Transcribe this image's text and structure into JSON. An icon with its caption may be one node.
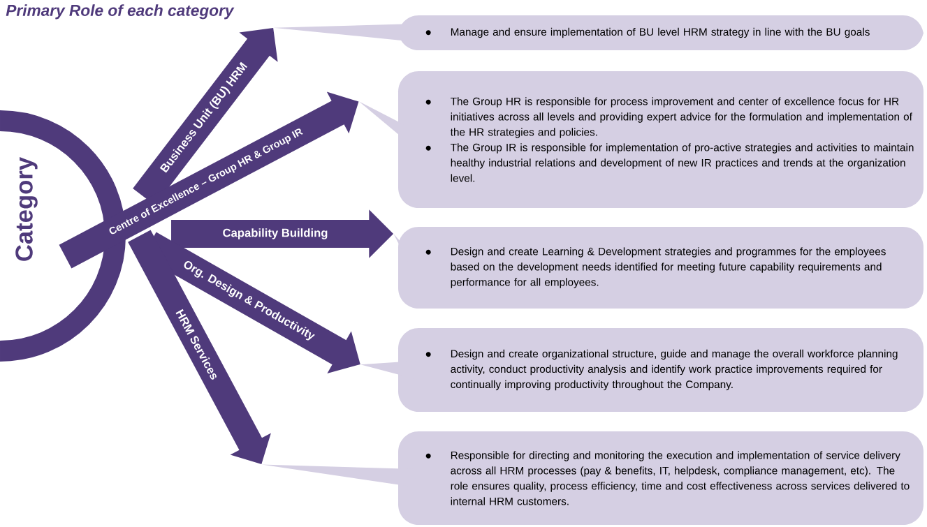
{
  "diagram": {
    "title": "Primary Role of each category",
    "nodes": [
      {
        "text": [
          "Business Unit (BU) HRM"
        ]
      },
      {
        "text": [
          "Centre of Excellence – Group HR & Group IR"
        ]
      },
      {
        "text": [
          "Capability Building"
        ]
      },
      {
        "text": [
          "Org. Design & Productivity"
        ]
      },
      {
        "text": [
          "HRM Services"
        ]
      },
      {
        "text": [
          "Manage and ensure implementation of BU level HRM strategy in line with the BU goals"
        ]
      },
      {
        "text": [
          "The Group HR is responsible for process improvement and center of excellence focus for HR initiatives across all levels and providing expert advice for the formulation and implementation of the HR strategies and policies.",
          "The Group IR is responsible for implementation of pro-active strategies and activities to maintain healthy industrial relations and development of new IR practices and trends at the organization level."
        ]
      },
      {
        "text": [
          "Design and create Learning & Development strategies and programmes for the employees based on the development needs identified for meeting future capability requirements and performance for all employees."
        ]
      },
      {
        "text": [
          "Design and create organizational structure, guide and manage the overall workforce planning activity, conduct productivity analysis and identify work practice improvements required for continually improving productivity throughout the Company."
        ]
      },
      {
        "text": [
          "Responsible for directing and monitoring the execution and implementation of service delivery across all HRM processes (pay & benefits, IT, helpdesk, compliance management, etc). The role ensures quality, process efficiency, time and cost effectiveness across services delivered to internal HRM customers."
        ]
      }
    ],
    "edges": [
      {
        "from": 0,
        "to": 5,
        "arrow": "none"
      },
      {
        "from": 1,
        "to": 6,
        "arrow": "none"
      },
      {
        "from": 2,
        "to": 7,
        "arrow": "none"
      },
      {
        "from": 3,
        "to": 8,
        "arrow": "none"
      },
      {
        "from": 4,
        "to": 9,
        "arrow": "none"
      }
    ],
    "labels": [
      "Category"
    ]
  }
}
